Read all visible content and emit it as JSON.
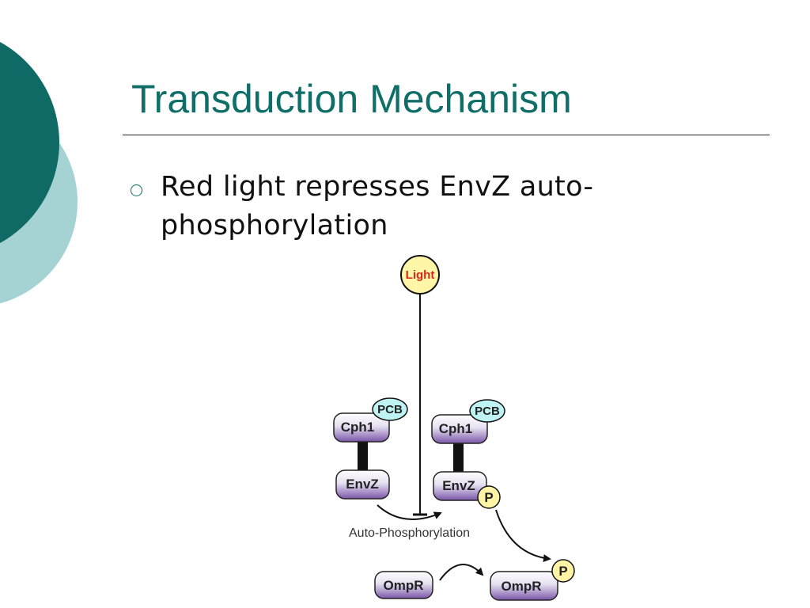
{
  "slide": {
    "title": "Transduction Mechanism",
    "bullets": [
      "Red light represses EnvZ auto-phosphorylation"
    ]
  },
  "colors": {
    "title": "#0f6e68",
    "circle_dark": "#0f6a66",
    "circle_light": "#a5d3d3",
    "light_node_fill": "#fff6a8",
    "light_label": "#d8281c",
    "pcb_fill": "#bff2f2",
    "protein_top": "#ffffff",
    "protein_bottom": "#7a55a8",
    "phosphate_fill": "#fff3a6"
  },
  "diagram": {
    "light_label": "Light",
    "pcb_label": "PCB",
    "cph1_label": "Cph1",
    "envz_label": "EnvZ",
    "phosphate_label": "P",
    "ompr_label": "OmpR",
    "caption": "Auto-Phosphorylation"
  }
}
